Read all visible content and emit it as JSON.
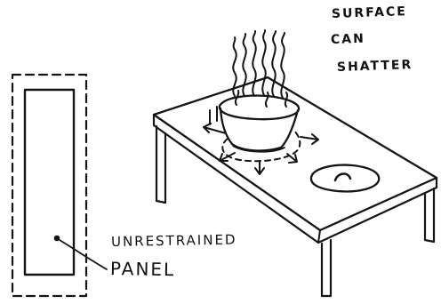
{
  "callout": {
    "lines": [
      "SURFACE",
      "CAN",
      "SHATTER"
    ]
  },
  "panel": {
    "label_lines": [
      "UNRESTRAINED",
      "PANEL"
    ]
  },
  "colors": {
    "ink": "#141414",
    "paper": "#ffffff"
  }
}
